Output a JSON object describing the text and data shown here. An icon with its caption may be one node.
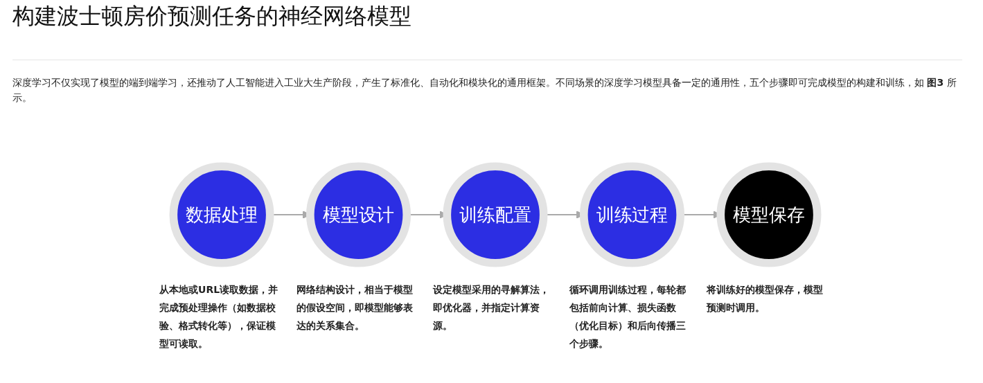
{
  "diagram": {
    "title": "构建波士顿房价预测任务的神经网络模型",
    "nodes": [
      {
        "text": [
          "数据处理"
        ],
        "beside": [
          "从本地或URL读取数据，并完成预处理操作（如数据校验、格式转化等），保证模型可读取。"
        ]
      },
      {
        "text": [
          "模型设计"
        ],
        "beside": [
          "网络结构设计，相当于模型的假设空间，即模型能够表达的关系集合。"
        ]
      },
      {
        "text": [
          "训练配置"
        ],
        "beside": [
          "设定模型采用的寻解算法，即优化器，并指定计算资源。"
        ]
      },
      {
        "text": [
          "训练过程"
        ],
        "beside": [
          "循环调用训练过程，每轮都包括前向计算、损失函数（优化目标）和后向传播三个步骤。"
        ]
      },
      {
        "text": [
          "模型保存"
        ],
        "beside": [
          "将训练好的模型保存，模型预测时调用。"
        ]
      }
    ],
    "edges": [
      {
        "from": 0,
        "to": 1,
        "arrow": "to"
      },
      {
        "from": 1,
        "to": 2,
        "arrow": "to"
      },
      {
        "from": 2,
        "to": 3,
        "arrow": "to"
      },
      {
        "from": 3,
        "to": 4,
        "arrow": "to"
      }
    ],
    "labels": [
      "深度学习不仅实现了模型的端到端学习，还推动了人工智能进入工业大生产阶段，产生了标准化、自动化和模块化的通用框架。不同场景的深度学习模型具备一定的通用性，五个步骤即可完成模型的构建和训练，如 **图3** 所示。"
    ]
  }
}
